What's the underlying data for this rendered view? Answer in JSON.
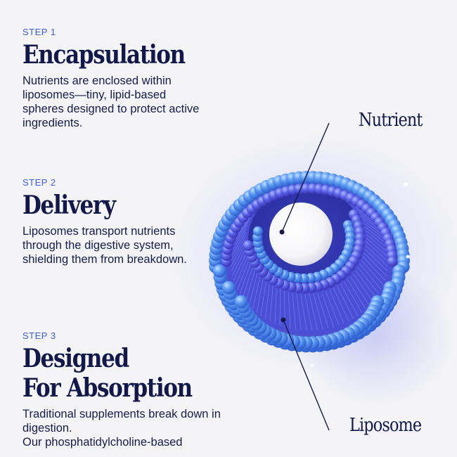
{
  "steps": [
    {
      "label": "STEP 1",
      "title_lines": [
        "Encapsulation"
      ],
      "body": "Nutrients are enclosed within liposomes—tiny, lipid-based spheres designed to protect active ingredients."
    },
    {
      "label": "STEP 2",
      "title_lines": [
        "Delivery"
      ],
      "body": "Liposomes transport nutrients through the digestive system, shielding them from breakdown."
    },
    {
      "label": "STEP 3",
      "title_lines": [
        "Designed",
        "For Absorption"
      ],
      "body_lines": [
        "Traditional supplements break down in digestion.",
        "Our phosphatidylcholine-based"
      ]
    }
  ],
  "callouts": {
    "nutrient": "Nutrient",
    "liposome": "Liposome"
  },
  "colors": {
    "accent": "#3d5fd6",
    "text": "#12184a",
    "background": "#f4f4f7",
    "liposome_blue": "#4d86ee",
    "liposome_purple": "#5a4fe0"
  }
}
